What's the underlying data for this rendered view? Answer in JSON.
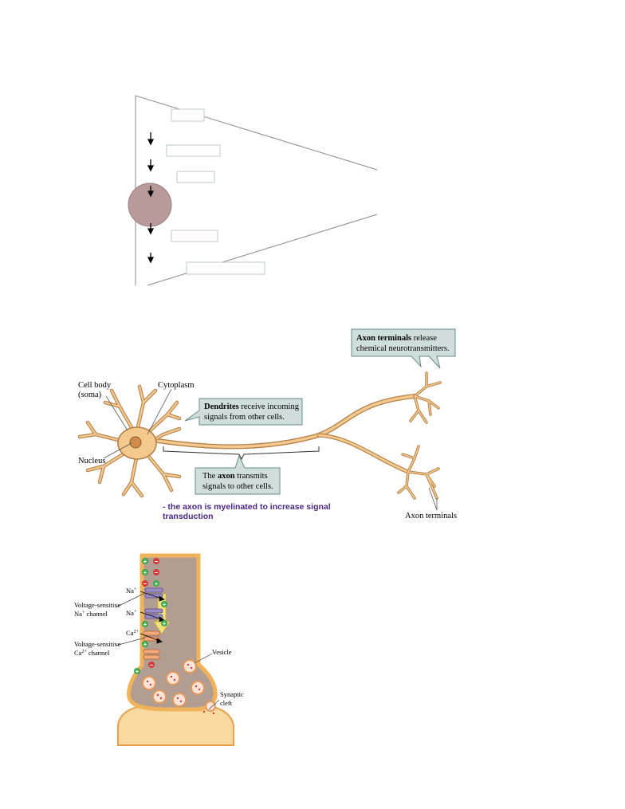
{
  "funnel": {
    "blank_boxes": [
      "",
      "",
      "",
      "",
      ""
    ]
  },
  "neuron": {
    "labels": {
      "cell_body": "Cell body",
      "soma": "(soma)",
      "cytoplasm": "Cytoplasm",
      "nucleus": "Nucleus",
      "axon_terminals": "Axon terminals"
    },
    "callouts": {
      "terminals_bold": "Axon terminals",
      "terminals_rest_1": " release",
      "terminals_line2": "chemical neurotransmitters.",
      "dendrites_bold": "Dendrites",
      "dendrites_rest_1": " receive incoming",
      "dendrites_line2": "signals from other cells.",
      "axon_pre": "The ",
      "axon_bold": "axon",
      "axon_rest_1": " transmits",
      "axon_line2": "signals to other cells."
    },
    "note_line1": "- the axon is myelinated to increase signal",
    "note_line2": "transduction",
    "colors": {
      "neuron_fill": "#f3c98d",
      "neuron_stroke": "#b5804a",
      "callout_fill": "#cfdedd",
      "note_text": "#4b2487"
    }
  },
  "synapse": {
    "labels": {
      "na1": "Na",
      "na2": "Na",
      "ca": "Ca",
      "vs_na_1": "Voltage-sensitive",
      "vs_na_2": "Na",
      "vs_na_2b": " channel",
      "vs_ca_1": "Voltage-sensitive",
      "vs_ca_2": "Ca",
      "vs_ca_2b": " channel",
      "vesicle": "Vesicle",
      "synaptic_1": "Synaptic",
      "synaptic_2": "cleft",
      "plus_sup": "+",
      "ca_sup": "2+"
    },
    "colors": {
      "terminal_fill": "#b29d93",
      "membrane": "#f1b35a",
      "positive": "#3aa84a",
      "negative": "#d33a3a"
    }
  }
}
